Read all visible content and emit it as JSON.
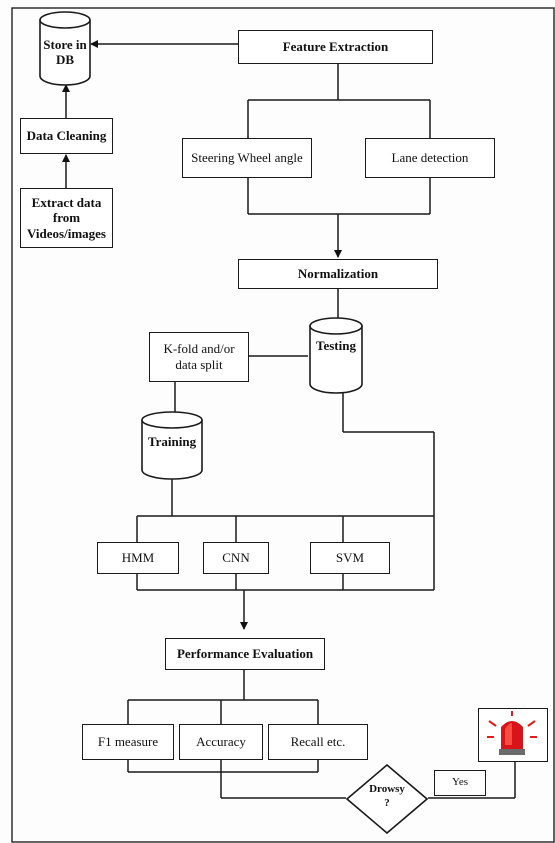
{
  "diagram": {
    "stores": {
      "store_db": "Store in\nDB",
      "testing": "Testing",
      "training": "Training"
    },
    "boxes": {
      "data_cleaning": "Data Cleaning",
      "extract_data": "Extract data\nfrom\nVideos/images",
      "feature_extraction": "Feature Extraction",
      "steering_wheel": "Steering Wheel angle",
      "lane_detection": "Lane detection",
      "normalization": "Normalization",
      "kfold": "K-fold and/or\ndata split",
      "hmm": "HMM",
      "cnn": "CNN",
      "svm": "SVM",
      "performance": "Performance Evaluation",
      "f1": "F1 measure",
      "accuracy": "Accuracy",
      "recall": "Recall etc.",
      "yes": "Yes"
    },
    "decision": "Drowsy\n?",
    "alarm_icon": "red-alarm-light-icon"
  }
}
